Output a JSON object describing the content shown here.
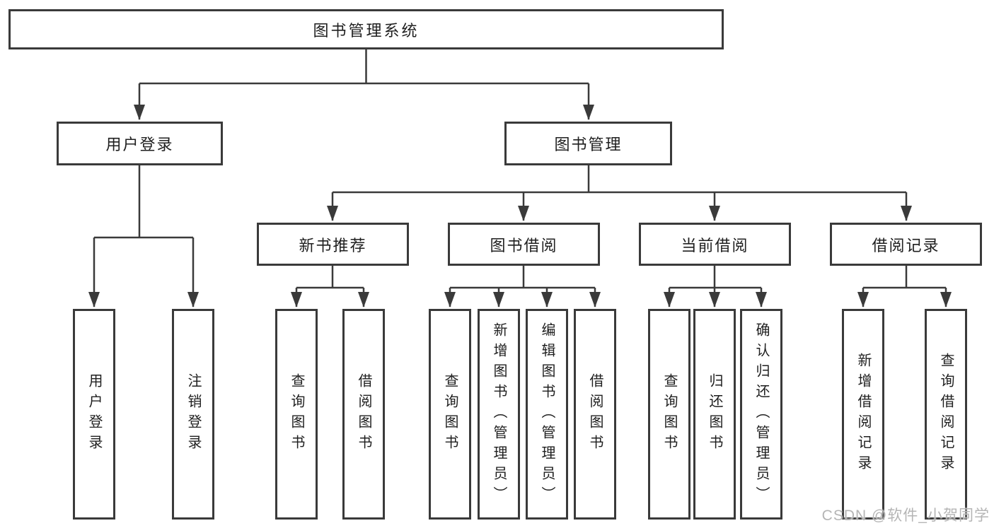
{
  "watermark": "CSDN @软件_小贺同学",
  "colors": {
    "line": "#3a3a3a",
    "box_border": "#3a3a3a",
    "text": "#1f1f1f",
    "watermark": "#b5b5b5",
    "background": "#ffffff"
  },
  "tree": {
    "root": {
      "label": "图书管理系统"
    },
    "branches": [
      {
        "label": "用户登录",
        "children": [
          {
            "label": "用户登录"
          },
          {
            "label": "注销登录"
          }
        ]
      },
      {
        "label": "图书管理",
        "children": [
          {
            "label": "新书推荐",
            "children": [
              {
                "label": "查询图书"
              },
              {
                "label": "借阅图书"
              }
            ]
          },
          {
            "label": "图书借阅",
            "children": [
              {
                "label": "查询图书"
              },
              {
                "label": "新增图书（管理员）"
              },
              {
                "label": "编辑图书（管理员）"
              },
              {
                "label": "借阅图书"
              }
            ]
          },
          {
            "label": "当前借阅",
            "children": [
              {
                "label": "查询图书"
              },
              {
                "label": "归还图书"
              },
              {
                "label": "确认归还（管理员）"
              }
            ]
          },
          {
            "label": "借阅记录",
            "children": [
              {
                "label": "新增借阅记录"
              },
              {
                "label": "查询借阅记录"
              }
            ]
          }
        ]
      }
    ]
  }
}
